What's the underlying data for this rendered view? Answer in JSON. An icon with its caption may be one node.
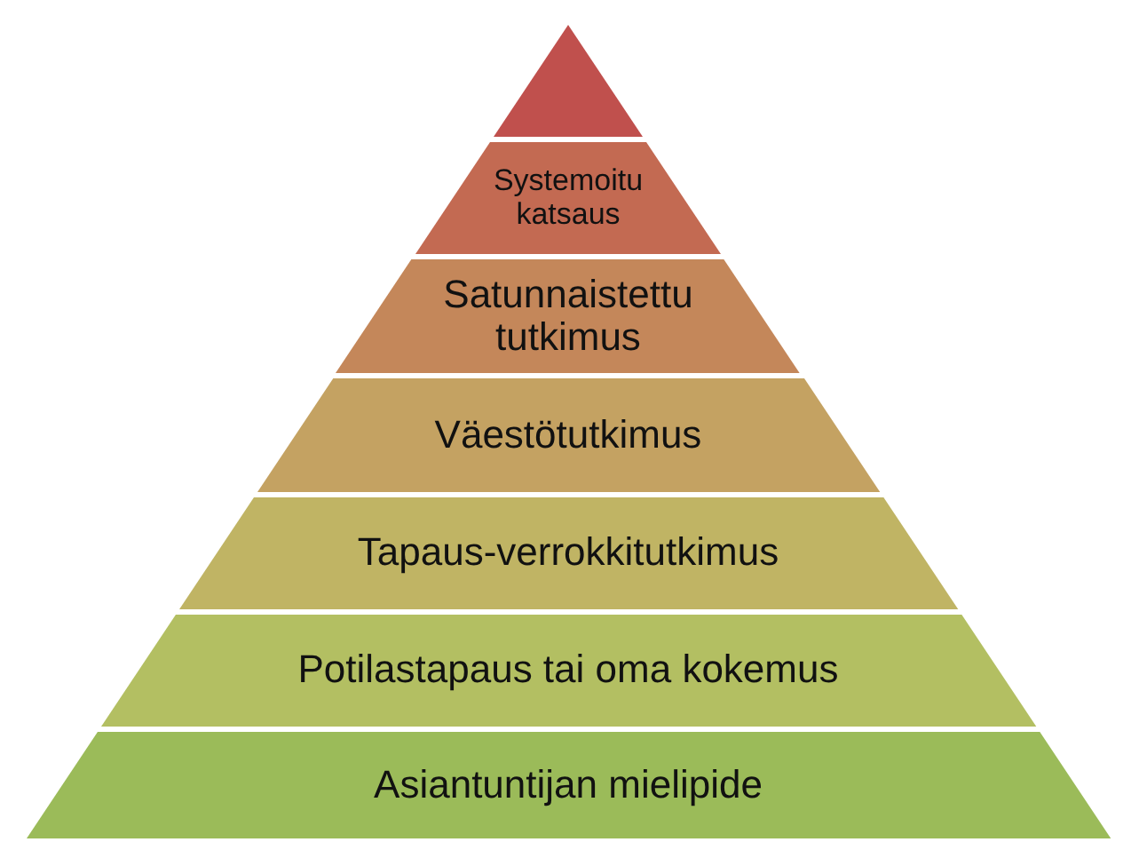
{
  "diagram": {
    "nodes": [
      {
        "text": [],
        "shape": "triangle"
      },
      {
        "text": [
          "Systemoitu katsaus"
        ]
      },
      {
        "text": [
          "Satunnaistettu tutkimus"
        ]
      },
      {
        "text": [
          "Väestötutkimus"
        ]
      },
      {
        "text": [
          "Tapaus-verrokkitutkimus"
        ]
      },
      {
        "text": [
          "Potilastapaus tai oma kokemus"
        ]
      },
      {
        "text": [
          "Asiantuntijan mielipide"
        ]
      }
    ]
  }
}
